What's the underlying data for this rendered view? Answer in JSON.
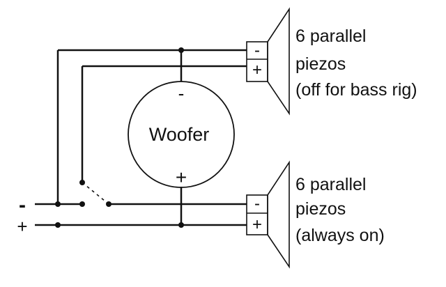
{
  "woofer": {
    "label": "Woofer",
    "minus": "-",
    "plus": "+"
  },
  "inputs": {
    "minus": "-",
    "plus": "+"
  },
  "tweeter_top": {
    "minus": "-",
    "plus": "+",
    "lines": [
      "6 parallel",
      "piezos",
      "(off for bass rig)"
    ]
  },
  "tweeter_bottom": {
    "minus": "-",
    "plus": "+",
    "lines": [
      "6 parallel",
      "piezos",
      "(always on)"
    ]
  }
}
